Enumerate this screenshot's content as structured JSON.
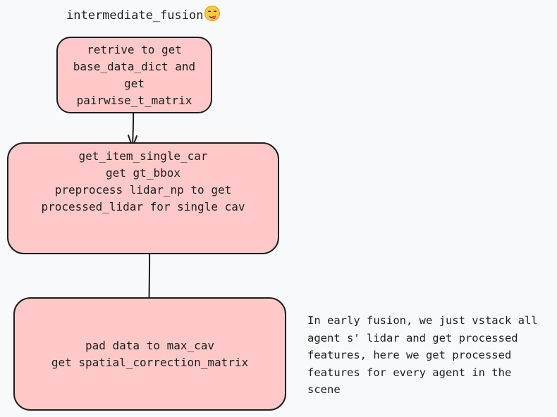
{
  "diagram": {
    "title": "intermediate_fusion",
    "title_emoji": "face-savoring-food-icon",
    "nodes": [
      {
        "id": "retrieve",
        "lines": [
          "retrive to get",
          "base_data_dict and",
          "get",
          "pairwise_t_matrix"
        ],
        "fill": "#ffc9c9"
      },
      {
        "id": "single-car",
        "lines": [
          "get_item_single_car",
          "get gt_bbox",
          "preprocess lidar_np to get",
          "processed_lidar for single cav"
        ],
        "fill": "#ffc9c9"
      },
      {
        "id": "pad-data",
        "lines": [
          "pad data to max_cav",
          "get spatial_correction_matrix"
        ],
        "fill": "#ffc9c9"
      }
    ],
    "edges": [
      {
        "from": "retrieve",
        "to": "single-car"
      },
      {
        "from": "single-car",
        "to": "pad-data"
      }
    ],
    "note": {
      "lines": [
        "In early fusion, we just vstack all",
        "agent s' lidar and get processed",
        "features, here we get processed",
        "features for every agent in the",
        "scene"
      ]
    },
    "colors": {
      "node_fill": "#ffc9c9",
      "stroke": "#1e1e1e",
      "background": "#f8f9fa"
    }
  }
}
